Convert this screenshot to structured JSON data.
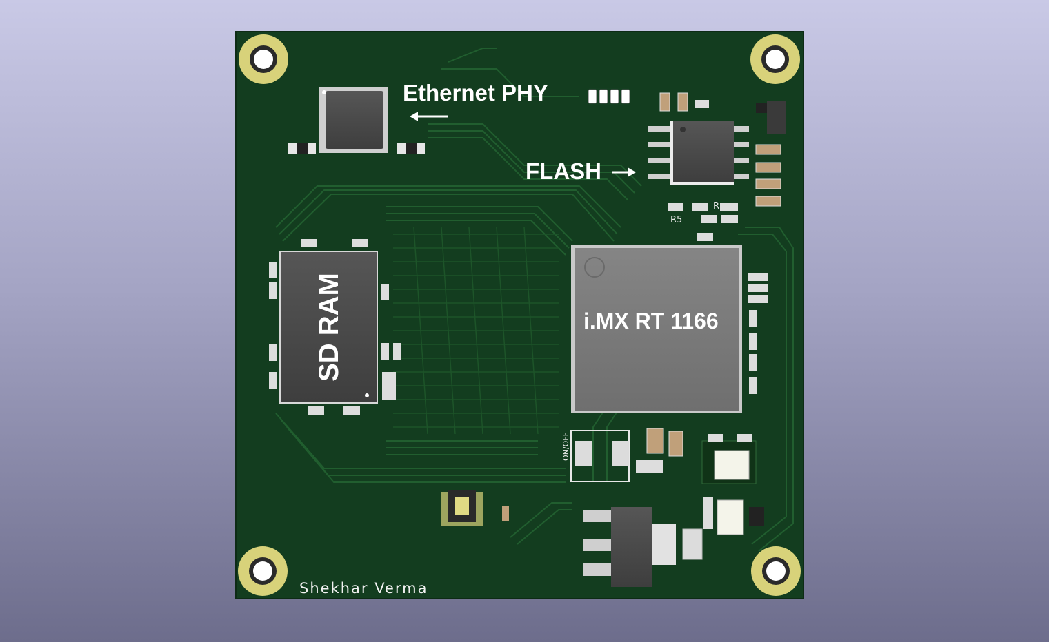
{
  "labels": {
    "ethernet": "Ethernet PHY",
    "flash": "FLASH",
    "sdram": "SD RAM",
    "mcu": "i.MX RT 1166",
    "author": "Shekhar Verma",
    "switch": "ON/OFF",
    "r_a": "R5",
    "r_b": "R"
  },
  "colors": {
    "board": "#133d1f",
    "trace": "#1f5a2c",
    "chip": "#7c7c7c",
    "pad": "#d8d27a",
    "silk": "#f2f2f2"
  }
}
